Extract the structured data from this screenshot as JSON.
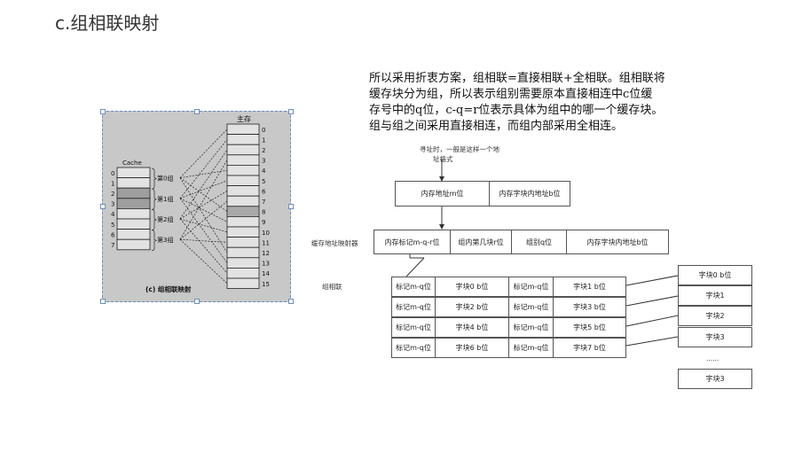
{
  "title": "c.组相联映射",
  "paragraph": [
    "所以采用折衷方案，组相联=直接相联+全相联。组相联将",
    "缓存块分为组，所以表示组别需要原本直接相连中c位缓",
    "存号中的q位，c-q=r位表示具体为组中的哪一个缓存块。",
    "组与组之间采用直接相连，而组内部采用全相连。"
  ],
  "figure": {
    "main_memory_label": "主存",
    "cache_label": "Cache",
    "caption": "(c) 组相联映射",
    "main_rows": [
      "0",
      "1",
      "2",
      "3",
      "4",
      "5",
      "6",
      "7",
      "8",
      "9",
      "10",
      "11",
      "12",
      "13",
      "14",
      "15"
    ],
    "cache_rows": [
      "0",
      "1",
      "2",
      "3",
      "4",
      "5",
      "6",
      "7"
    ],
    "groups": [
      "第0组",
      "第1组",
      "第2组",
      "第3组"
    ]
  },
  "diagram": {
    "note_line1": "寻址时，一般是这样一个地",
    "note_line2": "址格式",
    "addr_format": [
      "内存地址m位",
      "内存字块内地址b位"
    ],
    "mapper_label": "缓存地址映射器",
    "mapped_format": [
      "内存标记m-q-r位",
      "组内第几块r位",
      "组别q位",
      "内存字块内地址b位"
    ],
    "assoc_label": "组相联",
    "table_rows": [
      [
        "标记m-q位",
        "字块0 b位",
        "标记m-q位",
        "字块1 b位"
      ],
      [
        "标记m-q位",
        "字块2 b位",
        "标记m-q位",
        "字块3 b位"
      ],
      [
        "标记m-q位",
        "字块4 b位",
        "标记m-q位",
        "字块5 b位"
      ],
      [
        "标记m-q位",
        "字块6 b位",
        "标记m-q位",
        "字块7 b位"
      ]
    ],
    "blocks": [
      "字块0 b位",
      "字块1",
      "字块2",
      "字块3"
    ],
    "ellipsis": "......",
    "last_block": "字块3"
  }
}
